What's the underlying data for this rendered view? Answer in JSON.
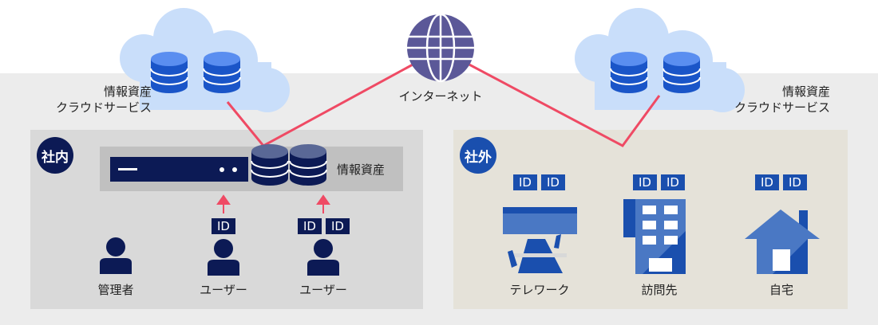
{
  "cloud_left": {
    "line1": "情報資産",
    "line2": "クラウドサービス"
  },
  "cloud_right": {
    "line1": "情報資産",
    "line2": "クラウドサービス"
  },
  "internet_label": "インターネット",
  "inside": {
    "badge": "社内",
    "asset_label": "情報資産",
    "people": [
      {
        "label": "管理者",
        "ids": []
      },
      {
        "label": "ユーザー",
        "ids": [
          "ID"
        ]
      },
      {
        "label": "ユーザー",
        "ids": [
          "ID",
          "ID"
        ]
      }
    ]
  },
  "outside": {
    "badge": "社外",
    "places": [
      {
        "label": "テレワーク",
        "ids": [
          "ID",
          "ID"
        ]
      },
      {
        "label": "訪問先",
        "ids": [
          "ID",
          "ID"
        ]
      },
      {
        "label": "自宅",
        "ids": [
          "ID",
          "ID"
        ]
      }
    ]
  },
  "colors": {
    "navy": "#0c1a55",
    "blue": "#1a4fae",
    "light_blue": "#4a78c4",
    "line": "#ef4a64",
    "inside_bg": "#d9d9d9",
    "outside_bg": "#e5e2d9"
  }
}
